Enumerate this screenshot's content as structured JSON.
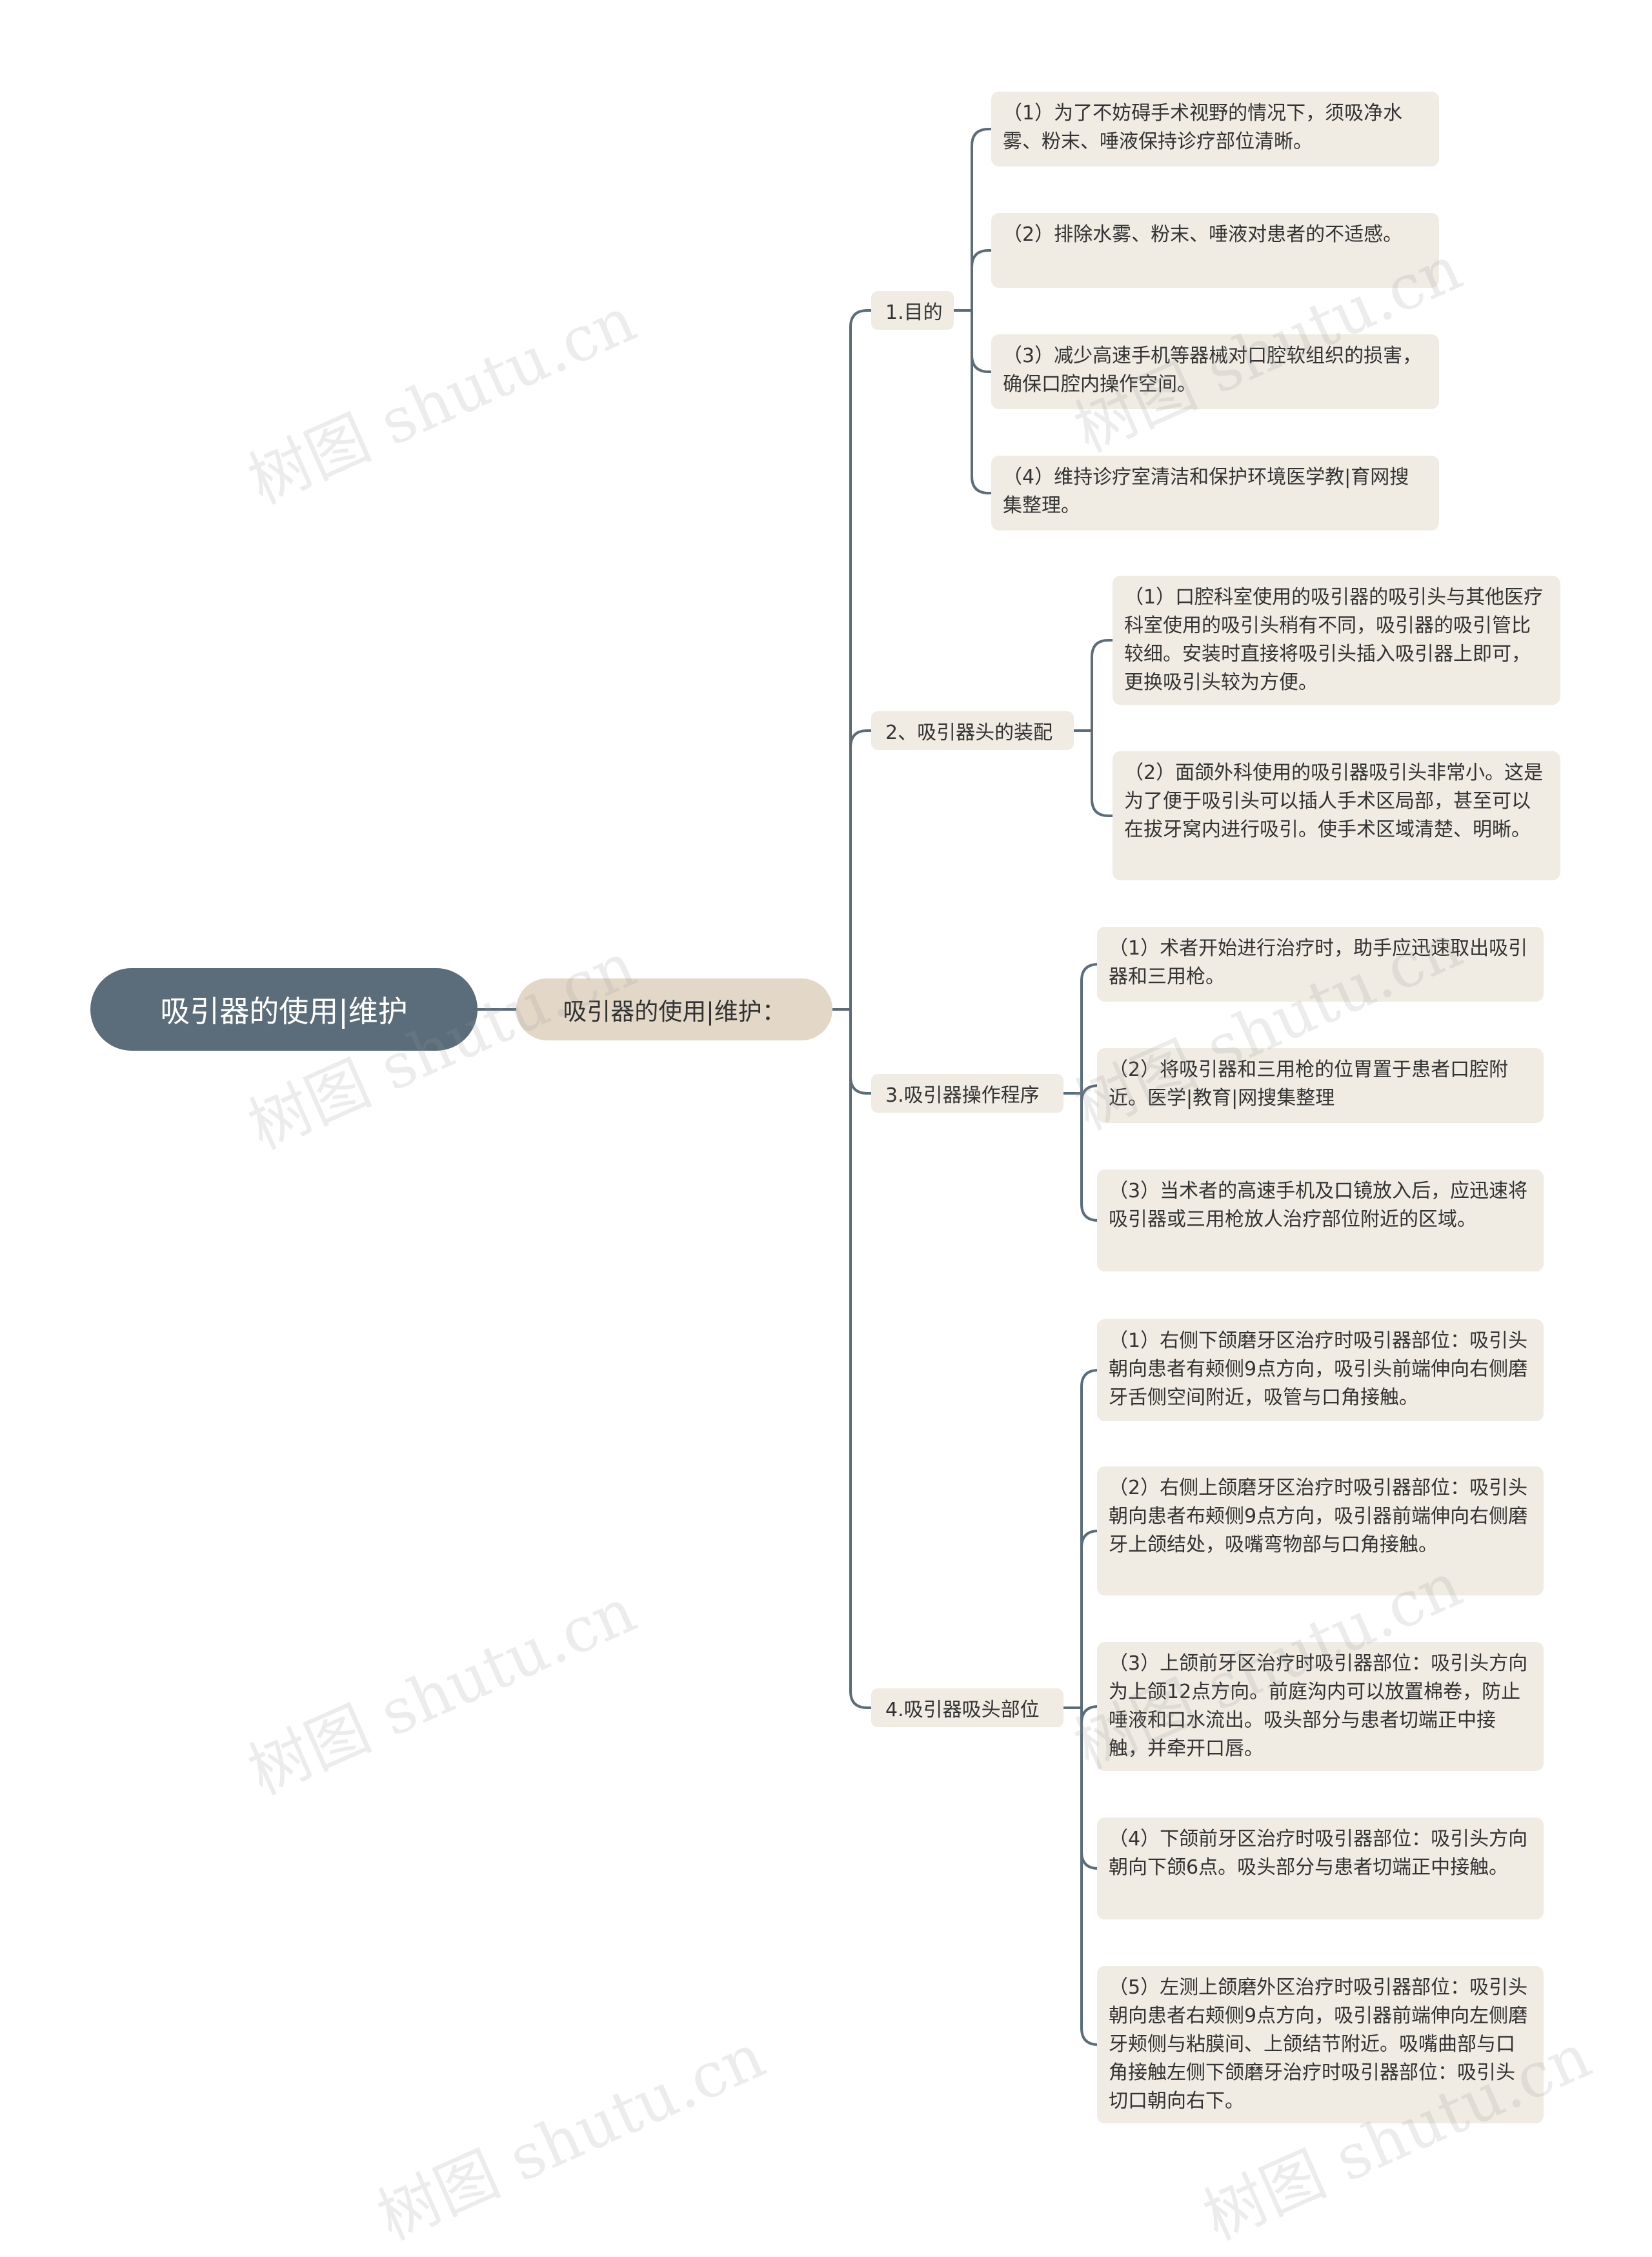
{
  "root": {
    "label": "吸引器的使用|维护"
  },
  "sub": {
    "label": "吸引器的使用|维护："
  },
  "branches": [
    {
      "label": "1.目的",
      "items": [
        "（1）为了不妨碍手术视野的情况下，须吸净水雾、粉末、唾液保持诊疗部位清晰。",
        "（2）排除水雾、粉末、唾液对患者的不适感。",
        "（3）减少高速手机等器械对口腔软组织的损害，确保口腔内操作空间。",
        "（4）维持诊疗室清洁和保护环境医学教|育网搜集整理。"
      ]
    },
    {
      "label": "2、吸引器头的装配",
      "items": [
        "（1）口腔科室使用的吸引器的吸引头与其他医疗科室使用的吸引头稍有不同，吸引器的吸引管比较细。安装时直接将吸引头插入吸引器上即可，更换吸引头较为方便。",
        "（2）面颌外科使用的吸引器吸引头非常小。这是为了便于吸引头可以插人手术区局部，甚至可以在拔牙窝内进行吸引。使手术区域清楚、明晰。"
      ]
    },
    {
      "label": "3.吸引器操作程序",
      "items": [
        "（1）术者开始进行治疗时，助手应迅速取出吸引器和三用枪。",
        "（2）将吸引器和三用枪的位胃置于患者口腔附近。医学|教育|网搜集整理",
        "（3）当术者的高速手机及口镜放入后，应迅速将吸引器或三用枪放人治疗部位附近的区域。"
      ]
    },
    {
      "label": "4.吸引器吸头部位",
      "items": [
        "（1）右侧下颌磨牙区治疗时吸引器部位：吸引头朝向患者有颊侧9点方向，吸引头前端伸向右侧磨牙舌侧空间附近，吸管与口角接触。",
        "（2）右侧上颌磨牙区治疗时吸引器部位：吸引头朝向患者布颊侧9点方向，吸引器前端伸向右侧磨牙上颌结处，吸嘴弯物部与口角接触。",
        "（3）上颌前牙区治疗时吸引器部位：吸引头方向为上颌12点方向。前庭沟内可以放置棉卷，防止唾液和口水流出。吸头部分与患者切端正中接触，并牵开口唇。",
        "（4）下颌前牙区治疗时吸引器部位：吸引头方向朝向下颌6点。吸头部分与患者切端正中接触。",
        "（5）左测上颌磨外区治疗时吸引器部位：吸引头朝向患者右颊侧9点方向，吸引器前端伸向左侧磨牙颊侧与粘膜间、上颌结节附近。吸嘴曲部与口角接触左侧下颌磨牙治疗时吸引器部位：吸引头切口朝向右下。"
      ]
    }
  ],
  "watermark": "树图 shutu.cn",
  "colors": {
    "root": "#5b6d7a",
    "sub": "#e3d8c8",
    "node": "#f0ece4",
    "line": "#5b6d7a"
  }
}
